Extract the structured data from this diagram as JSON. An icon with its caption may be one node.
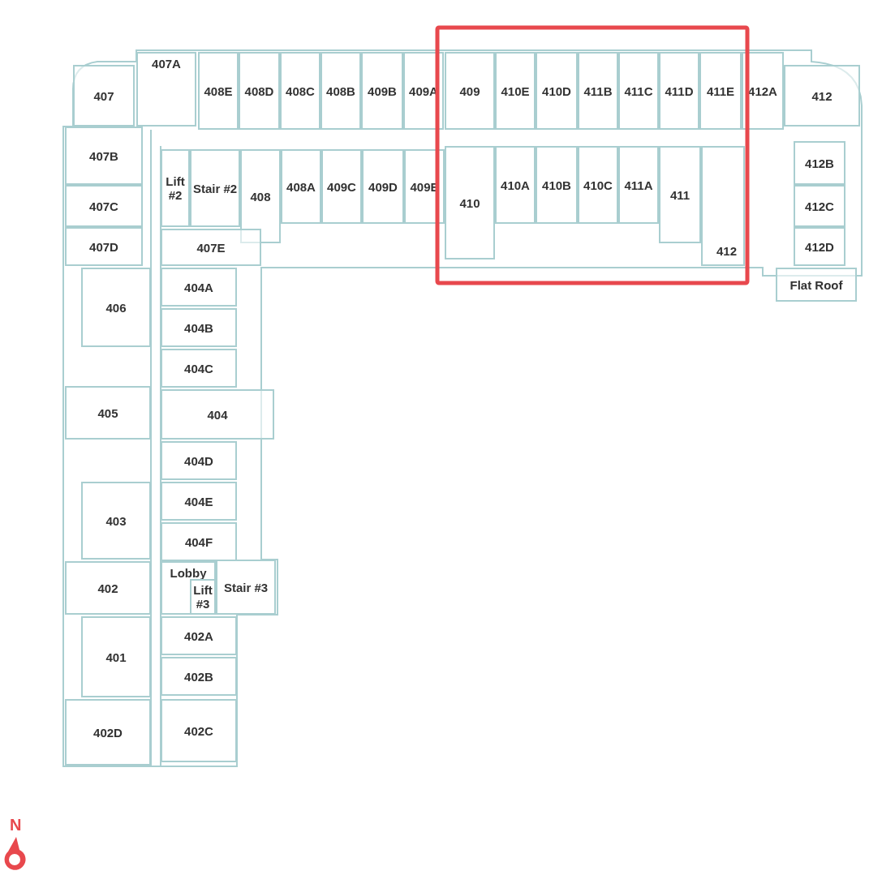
{
  "diagram": {
    "nodes": [
      {
        "text": [
          "407"
        ]
      },
      {
        "text": [
          "407A"
        ]
      },
      {
        "text": [
          "408E"
        ]
      },
      {
        "text": [
          "408D"
        ]
      },
      {
        "text": [
          "408C"
        ]
      },
      {
        "text": [
          "408B"
        ]
      },
      {
        "text": [
          "409B"
        ]
      },
      {
        "text": [
          "409A"
        ]
      },
      {
        "text": [
          "409"
        ]
      },
      {
        "text": [
          "410E"
        ]
      },
      {
        "text": [
          "410D"
        ]
      },
      {
        "text": [
          "411B"
        ]
      },
      {
        "text": [
          "411C"
        ]
      },
      {
        "text": [
          "411D"
        ]
      },
      {
        "text": [
          "411E"
        ]
      },
      {
        "text": [
          "412A"
        ]
      },
      {
        "text": [
          "412"
        ]
      },
      {
        "text": [
          "407B"
        ]
      },
      {
        "text": [
          "407C"
        ]
      },
      {
        "text": [
          "407D"
        ]
      },
      {
        "text": [
          "Lift #2"
        ]
      },
      {
        "text": [
          "Stair #2"
        ]
      },
      {
        "text": [
          "408"
        ]
      },
      {
        "text": [
          "408A"
        ]
      },
      {
        "text": [
          "409C"
        ]
      },
      {
        "text": [
          "409D"
        ]
      },
      {
        "text": [
          "409E"
        ]
      },
      {
        "text": [
          "407E"
        ]
      },
      {
        "text": [
          "410"
        ]
      },
      {
        "text": [
          "410A"
        ]
      },
      {
        "text": [
          "410B"
        ]
      },
      {
        "text": [
          "410C"
        ]
      },
      {
        "text": [
          "411A"
        ]
      },
      {
        "text": [
          "411"
        ]
      },
      {
        "text": [
          "412"
        ]
      },
      {
        "text": [
          "412B"
        ]
      },
      {
        "text": [
          "412C"
        ]
      },
      {
        "text": [
          "412D"
        ]
      },
      {
        "text": [
          "Flat Roof"
        ]
      },
      {
        "text": [
          "406"
        ]
      },
      {
        "text": [
          "404A"
        ]
      },
      {
        "text": [
          "404B"
        ]
      },
      {
        "text": [
          "404C"
        ]
      },
      {
        "text": [
          "405"
        ]
      },
      {
        "text": [
          "404"
        ]
      },
      {
        "text": [
          "404D"
        ]
      },
      {
        "text": [
          "404E"
        ]
      },
      {
        "text": [
          "403"
        ]
      },
      {
        "text": [
          "404F"
        ]
      },
      {
        "text": [
          "Lobby"
        ]
      },
      {
        "text": [
          "Lift #3"
        ],
        "in": 49
      },
      {
        "text": [
          "Stair #3"
        ]
      },
      {
        "text": [
          "402"
        ]
      },
      {
        "text": [
          "402A"
        ]
      },
      {
        "text": [
          "401"
        ]
      },
      {
        "text": [
          "402B"
        ]
      },
      {
        "text": [
          "402D"
        ]
      },
      {
        "text": [
          "402C"
        ]
      }
    ],
    "labels": [
      "N"
    ]
  }
}
